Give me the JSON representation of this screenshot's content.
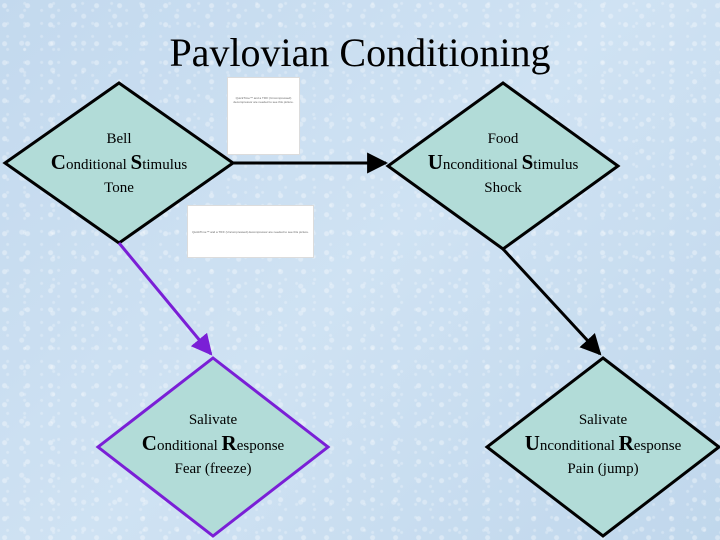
{
  "title": "Pavlovian Conditioning",
  "nodes": {
    "cs": {
      "line1": "Bell",
      "initial1": "C",
      "rest1": "onditional ",
      "initial2": "S",
      "rest2": "timulus",
      "line3": "Tone"
    },
    "us": {
      "line1": "Food",
      "initial1": "U",
      "rest1": "nconditional ",
      "initial2": "S",
      "rest2": "timulus",
      "line3": "Shock"
    },
    "cr": {
      "line1": "Salivate",
      "initial1": "C",
      "rest1": "onditional ",
      "initial2": "R",
      "rest2": "esponse",
      "line3": "Fear (freeze)"
    },
    "ur": {
      "line1": "Salivate",
      "initial1": "U",
      "rest1": "nconditional ",
      "initial2": "R",
      "rest2": "esponse",
      "line3": "Pain (jump)"
    }
  },
  "colors": {
    "diamond_fill": "#b2dcd8",
    "cr_border": "#7a1fd6",
    "cr_arrow": "#7a1fd6",
    "default_stroke": "#000000"
  },
  "placeholder_text": "QuickTime™ and a TIFF (Uncompressed) decompressor are needed to see this picture."
}
